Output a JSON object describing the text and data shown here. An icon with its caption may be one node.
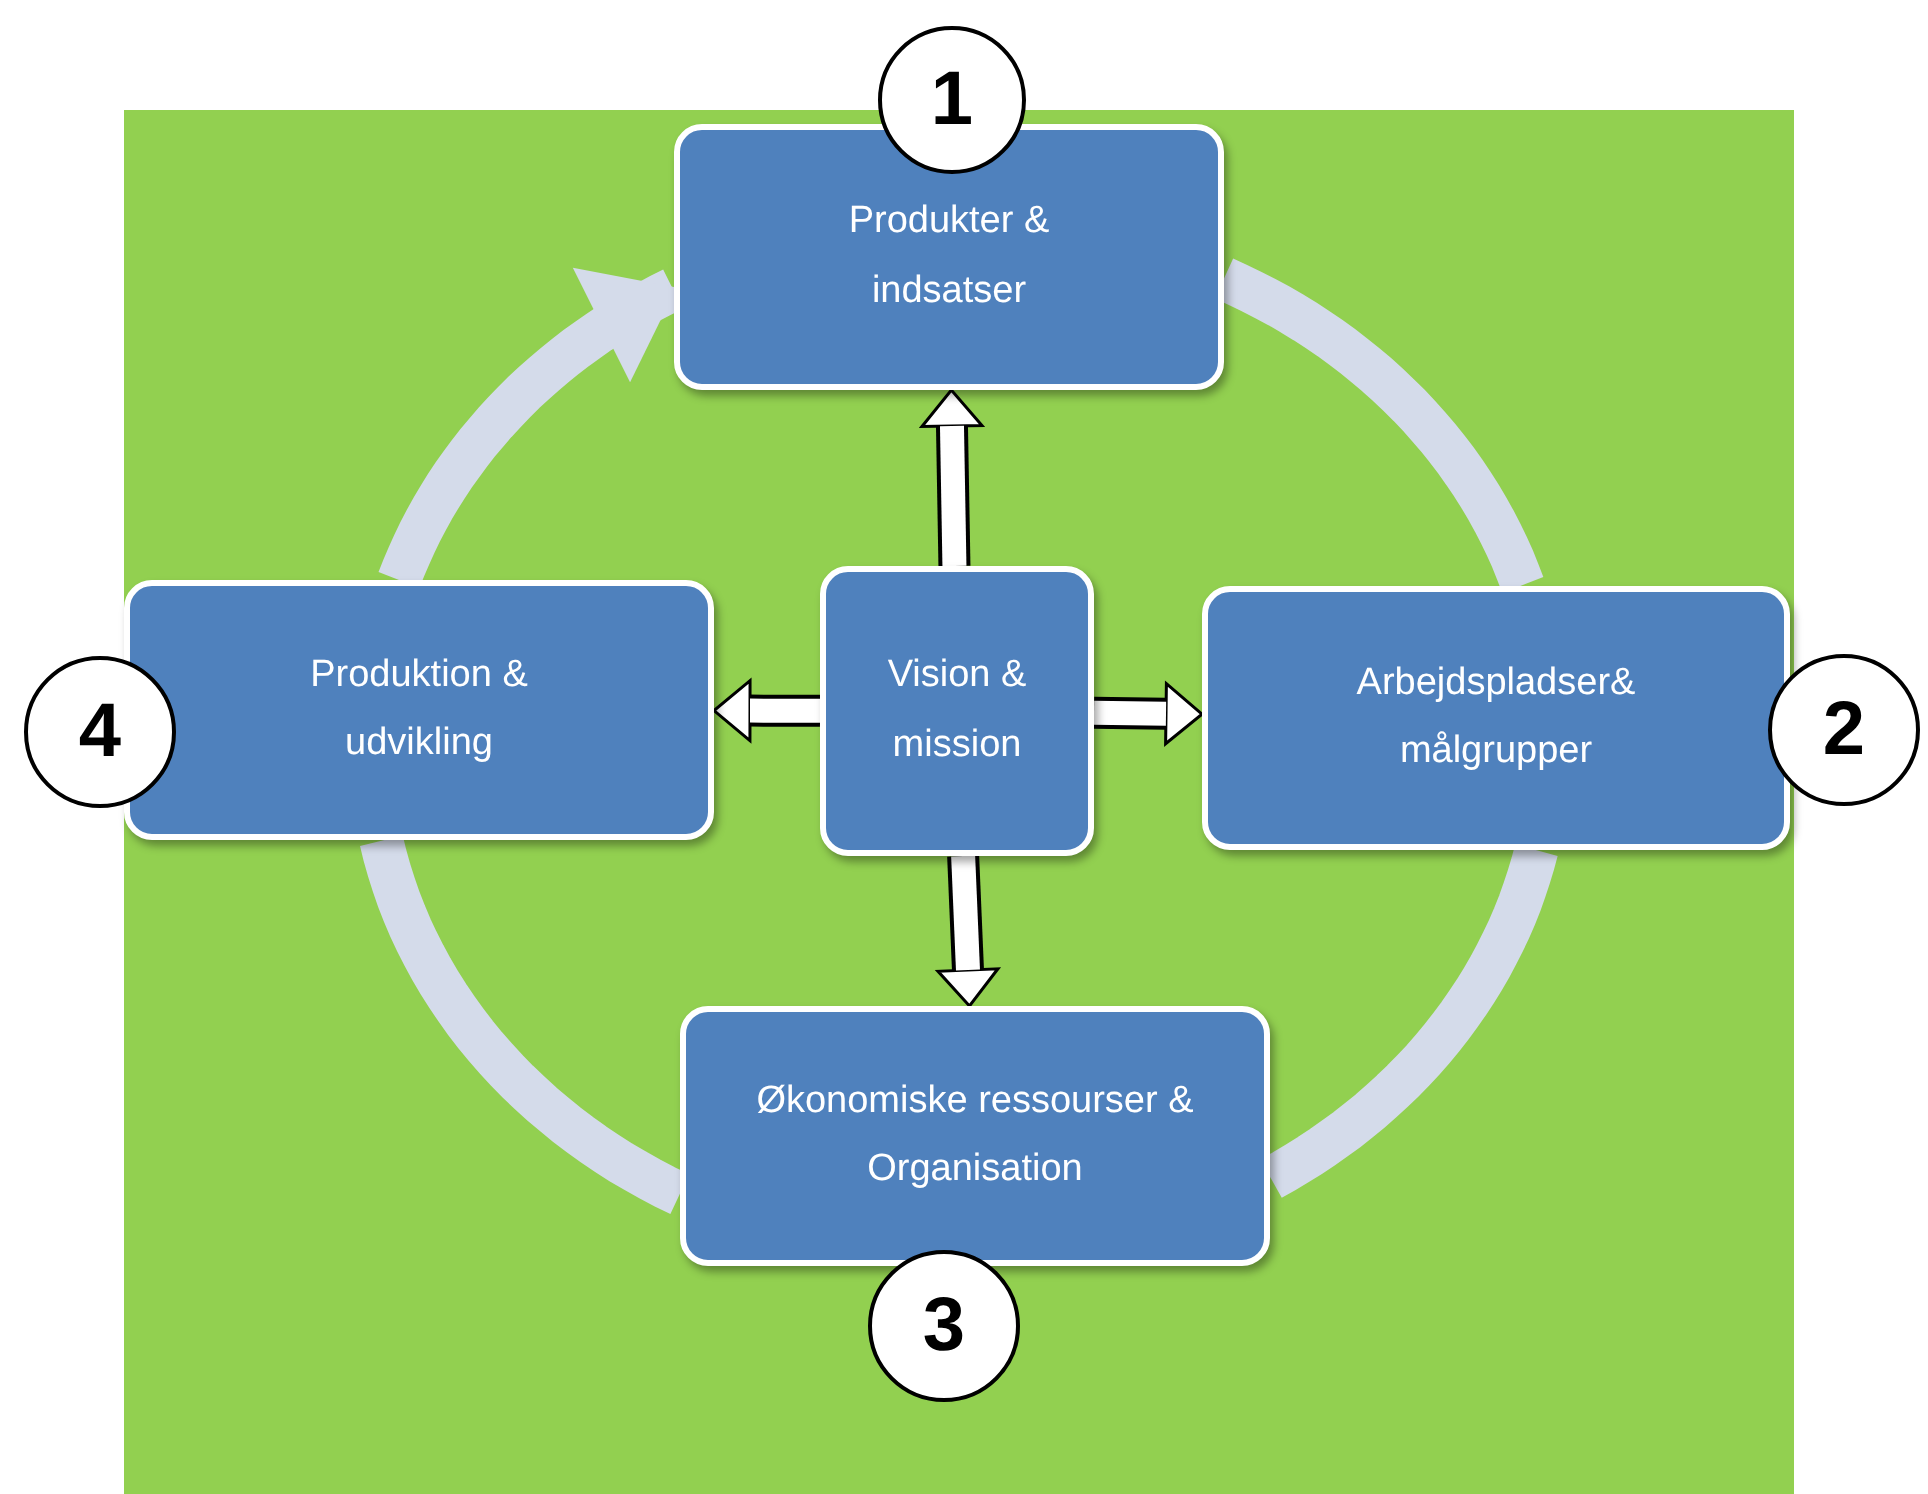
{
  "diagram": {
    "nodes": [
      {
        "text": [
          "1"
        ]
      },
      {
        "text": [
          "Produkter & indsatser"
        ]
      },
      {
        "text": [
          "4"
        ]
      },
      {
        "text": [
          "Produktion & udvikling"
        ]
      },
      {
        "text": [
          "Vision & mission"
        ]
      },
      {
        "text": [
          "Arbejdspladser& målgrupper"
        ]
      },
      {
        "text": [
          "2"
        ]
      },
      {
        "text": [
          "Økonomiske ressourser & Organisation"
        ]
      },
      {
        "text": [
          "3"
        ]
      }
    ],
    "edges": [
      {
        "from": 4,
        "to": 1,
        "arrow": "to"
      },
      {
        "from": 4,
        "to": 3,
        "arrow": "to"
      },
      {
        "from": 4,
        "to": 5,
        "arrow": "to"
      },
      {
        "from": 4,
        "to": 7,
        "arrow": "to"
      },
      {
        "from": 1,
        "to": 5,
        "arrow": "none",
        "color": "#d4dbea"
      },
      {
        "from": 5,
        "to": 7,
        "arrow": "none",
        "color": "#d4dbea"
      },
      {
        "from": 7,
        "to": 3,
        "arrow": "none",
        "color": "#d4dbea"
      },
      {
        "from": 3,
        "to": 1,
        "arrow": "to",
        "color": "#d4dbea"
      }
    ]
  }
}
